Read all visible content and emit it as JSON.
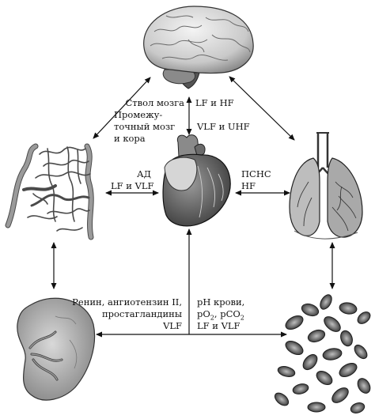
{
  "labels": {
    "brainstem_line1": "Ствол мозга",
    "brainstem_line2": "Промежу-",
    "brainstem_line3": "точный мозг",
    "brainstem_line4": "и кора",
    "lf_hf": "LF и HF",
    "vlf_uhf": "VLF и UHF",
    "ad": "АД",
    "lf_vlf_vessels": "LF и VLF",
    "psns": "ПСНС",
    "hf": "HF",
    "renin_line1": "Ренин, ангиотензин II,",
    "renin_line2": "простагландины",
    "renin_vlf": "VLF",
    "ph_line1": "pH крови,",
    "po2_main": "pO",
    "po2_sub": "2",
    "pco2_main": ", pCO",
    "pco2_sub": "2",
    "lf_vlf_blood": "LF и VLF"
  },
  "organs": [
    "brain-icon",
    "vessels-icon",
    "heart-icon",
    "lungs-icon",
    "kidney-icon",
    "blood-cells-icon"
  ]
}
